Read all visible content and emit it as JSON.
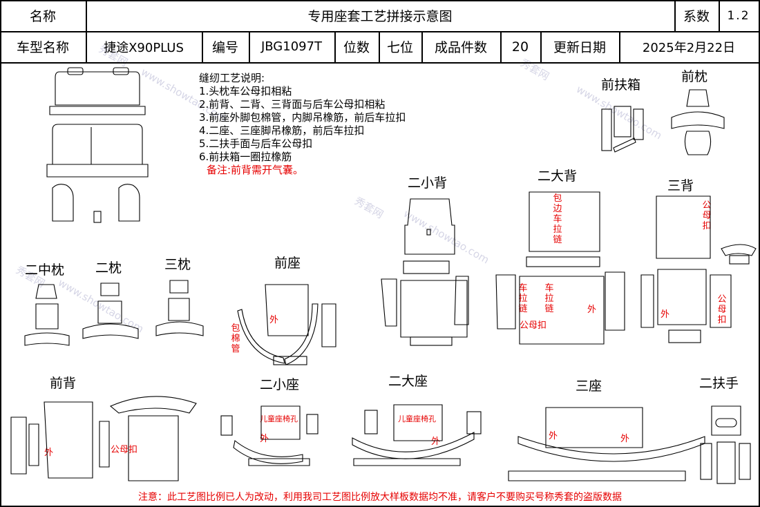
{
  "header": {
    "name_label": "名称",
    "title": "专用座套工艺拼接示意图",
    "coef_label": "系数",
    "coef_value": "1.2",
    "model_label": "车型名称",
    "model_value": "捷途X90PLUS",
    "code_label": "编号",
    "code_value": "JBG1097T",
    "seats_label": "位数",
    "seats_value": "七位",
    "pieces_label": "成品件数",
    "pieces_value": "20",
    "date_label": "更新日期",
    "date_value": "2025年2月22日"
  },
  "notes": {
    "title": "缝纫工艺说明:",
    "items": [
      "1.头枕车公母扣相粘",
      "2.前背、二背、三背面与后车公母扣相粘",
      "3.前座外脚包棉管，内脚吊橡筋，前后车拉扣",
      "4.二座、三座脚吊橡筋，前后车拉扣",
      "5.二扶手面与后车公母扣",
      "6.前扶箱一圈拉橡筋"
    ],
    "remark": "备注:前背需开气囊。"
  },
  "labels": {
    "front_armbox": "前扶箱",
    "front_pillow": "前枕",
    "second_small_back": "二小背",
    "second_large_back": "二大背",
    "third_back": "三背",
    "second_middle_pillow": "二中枕",
    "second_pillow": "二枕",
    "third_pillow": "三枕",
    "front_seat": "前座",
    "front_back": "前背",
    "second_small_seat": "二小座",
    "second_large_seat": "二大座",
    "third_seat": "三座",
    "second_armrest": "二扶手"
  },
  "annotations": {
    "outer": "外",
    "snap": "公母扣",
    "foam_tube": "包棉管",
    "edge_zipper": "包边车拉链",
    "zipper": "车拉链",
    "child_seat_hole": "儿童座椅孔"
  },
  "footer": "注意：此工艺图比例已人为改动，利用我司工艺图比例放大样板数据均不准，请客户不要购买号称秀套的盗版数据",
  "watermark": [
    "秀套网",
    "www.showtao.com"
  ],
  "colors": {
    "accent_red": "#e60000",
    "line": "#000000"
  }
}
